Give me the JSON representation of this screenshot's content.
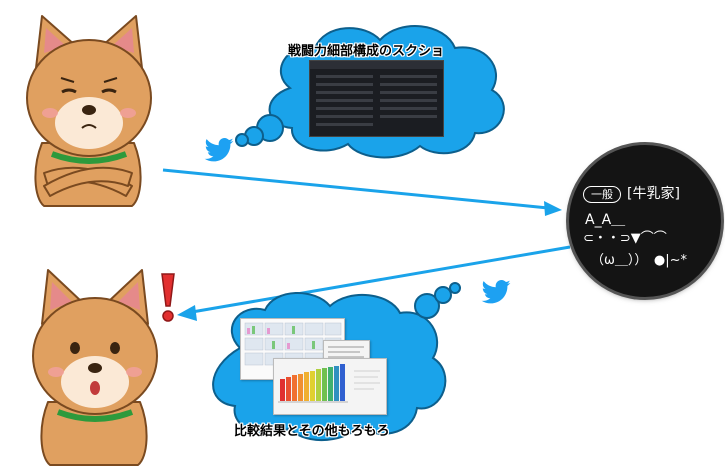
{
  "clouds": {
    "top_label": "戦闘力細部構成のスクショ",
    "bottom_label": "比較結果とその他もろもろ"
  },
  "badge": {
    "tag": "一般",
    "name": "[牛乳家]",
    "line2": "A_A＿",
    "line3": "⊂・・⊃▼⌒⌒",
    "line4": "（ω＿））　●|~*"
  },
  "colors": {
    "cloud": "#1aa3ea",
    "arrow": "#1aa3ea",
    "twitter": "#1da1f2",
    "dog_body": "#e0a060",
    "exclaim": "#e23030"
  },
  "icons": [
    "dog-thinking",
    "dog-surprised",
    "twitter-bird-icon",
    "exclamation-icon"
  ]
}
